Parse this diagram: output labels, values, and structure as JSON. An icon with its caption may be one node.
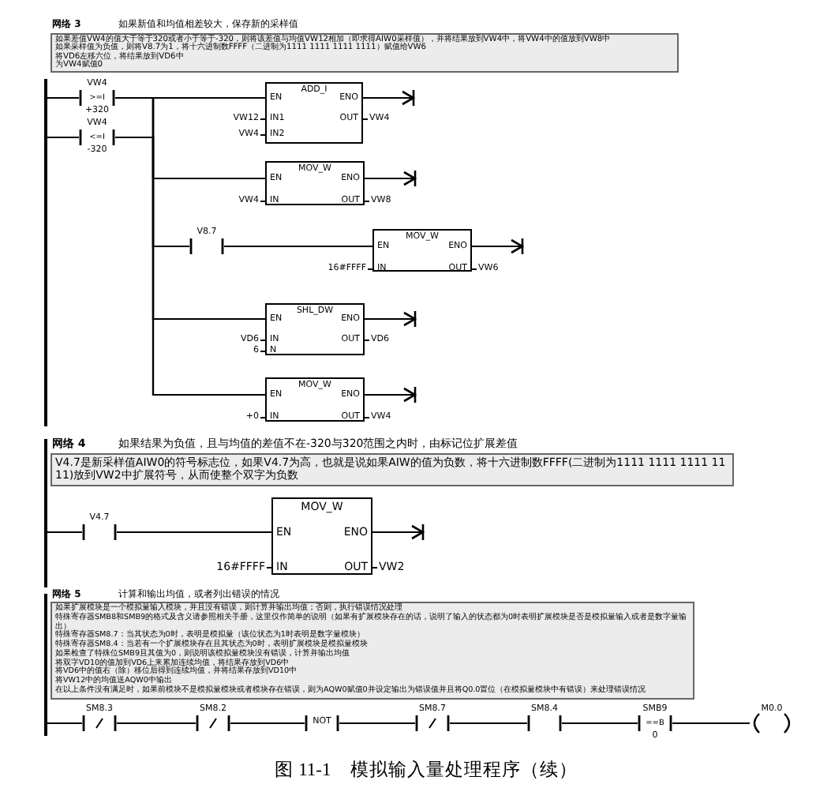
{
  "diagram": {
    "caption": "图 11-1　模拟输入量处理程序（续）",
    "nodes": [
      {
        "text": [
          "如果差值VW4的值大于等于320或者小于等于-320，则将该差值与均值VW12相加（即求得AIW0采样值），并将结果放到VW4中，将VW4中的值放到VW8中",
          "如果采样值为负值，则将V8.7为1，将十六进制数FFFF（二进制为1111 1111 1111 1111）赋值给VW6",
          "将VD6左移六位，将结果放到VD6中",
          "为VW4赋值0"
        ]
      },
      {
        "text": [
          "VW4",
          ">=I",
          "+320"
        ]
      },
      {
        "text": [
          "VW4",
          "<=I",
          "-320"
        ]
      },
      {
        "text": [
          "ADD_I",
          "EN",
          "ENO",
          "IN1",
          "IN2",
          "OUT"
        ],
        "beside": [
          "VW12",
          "VW4",
          "VW4"
        ]
      },
      {
        "text": [
          "MOV_W",
          "EN",
          "ENO",
          "IN",
          "OUT"
        ],
        "beside": [
          "VW4",
          "VW8"
        ]
      },
      {
        "text": [
          "V8.7"
        ]
      },
      {
        "text": [
          "MOV_W",
          "EN",
          "ENO",
          "IN",
          "OUT"
        ],
        "beside": [
          "16#FFFF",
          "VW6"
        ]
      },
      {
        "text": [
          "SHL_DW",
          "EN",
          "ENO",
          "IN",
          "OUT",
          "N"
        ],
        "beside": [
          "VD6",
          "VD6",
          "6"
        ]
      },
      {
        "text": [
          "MOV_W",
          "EN",
          "ENO",
          "IN",
          "OUT"
        ],
        "beside": [
          "+0",
          "VW4"
        ]
      },
      {
        "text": [
          "V4.7是新采样值AIW0的符号标志位，如果V4.7为高，也就是说如果AIW的值为负数，将十六进制数FFFF(二进制为1111 1111 1111 1111)放到VW2中扩展符号，从而使整个双字为负数"
        ]
      },
      {
        "text": [
          "V4.7"
        ]
      },
      {
        "text": [
          "MOV_W",
          "EN",
          "ENO",
          "IN",
          "OUT"
        ],
        "beside": [
          "16#FFFF",
          "VW2"
        ]
      },
      {
        "text": [
          "如果扩展模块是一个模拟量输入模块，并且没有错误，则计算并输出均值；否则，执行错误情况处理",
          "特殊寄存器SMB8和SMB9的格式及含义请参照相关手册，这里仅作简单的说明（如果有扩展模块存在的话，说明了输入的状态都为0时表明扩展模块是否是模拟量输入或者是数字量输出）",
          "特殊寄存器SM8.7：当其状态为0时，表明是模拟量（该位状态为1时表明是数字量模块）",
          "特殊寄存器SM8.4：当若有一个扩展模块存在且其状态为0时，表明扩展模块是模拟量模块",
          "如果检查了特殊位SMB9且其值为0，则说明该模拟量模块没有错误，计算并输出均值",
          "将双字VD10的值加到VD6上来累加连续均值，将结果存放到VD6中",
          "将VD6中的值右（除）移位后得到连续均值，并将结果存放到VD10中",
          "将VW12中的均值送AQW0中输出",
          "在以上条件没有满足时，如果前模块不是模拟量模块或者模块存在错误，则为AQW0赋值0并设定输出为错误值并且将Q0.0置位（在模拟量模块中有错误）来处理错误情况"
        ]
      },
      {
        "text": [
          "SM8.3"
        ]
      },
      {
        "text": [
          "SM8.2"
        ]
      },
      {
        "text": [
          "NOT"
        ]
      },
      {
        "text": [
          "SM8.7"
        ]
      },
      {
        "text": [
          "SM8.4"
        ]
      },
      {
        "text": [
          "SMB9",
          "==B",
          "0"
        ]
      },
      {
        "text": [
          "M0.0"
        ]
      }
    ],
    "edges": [
      {
        "from": null,
        "to": 1,
        "arrow": "none"
      },
      {
        "from": null,
        "to": 2,
        "arrow": "none"
      },
      {
        "from": 1,
        "to": 3,
        "arrow": "none"
      },
      {
        "from": 2,
        "to": 3,
        "arrow": "none"
      },
      {
        "from": 1,
        "to": 4,
        "arrow": "none"
      },
      {
        "from": 2,
        "to": 4,
        "arrow": "none"
      },
      {
        "from": 1,
        "to": 5,
        "arrow": "none"
      },
      {
        "from": 2,
        "to": 5,
        "arrow": "none"
      },
      {
        "from": 1,
        "to": 7,
        "arrow": "none"
      },
      {
        "from": 2,
        "to": 7,
        "arrow": "none"
      },
      {
        "from": 1,
        "to": 8,
        "arrow": "none"
      },
      {
        "from": 2,
        "to": 8,
        "arrow": "none"
      },
      {
        "from": 5,
        "to": 6,
        "arrow": "none"
      },
      {
        "from": 3,
        "to": null,
        "arrow": "to"
      },
      {
        "from": 4,
        "to": null,
        "arrow": "to"
      },
      {
        "from": 6,
        "to": null,
        "arrow": "to"
      },
      {
        "from": 7,
        "to": null,
        "arrow": "to"
      },
      {
        "from": 8,
        "to": null,
        "arrow": "to"
      },
      {
        "from": null,
        "to": 10,
        "arrow": "none"
      },
      {
        "from": 10,
        "to": 11,
        "arrow": "none"
      },
      {
        "from": 11,
        "to": null,
        "arrow": "to"
      },
      {
        "from": null,
        "to": 13,
        "arrow": "none"
      },
      {
        "from": 13,
        "to": 14,
        "arrow": "none"
      },
      {
        "from": 14,
        "to": 15,
        "arrow": "none"
      },
      {
        "from": 15,
        "to": 16,
        "arrow": "none"
      },
      {
        "from": 16,
        "to": 17,
        "arrow": "none"
      },
      {
        "from": 17,
        "to": 18,
        "arrow": "none"
      },
      {
        "from": 18,
        "to": 19,
        "arrow": "none"
      }
    ],
    "labels": [
      "网络 3",
      "如果新值和均值相差较大，保存新的采样值",
      "网络 4",
      "如果结果为负值，且与均值的差值不在-320与320范围之内时，由标记位扩展差值",
      "网络 5",
      "计算和输出均值，或者列出错误的情况"
    ]
  }
}
